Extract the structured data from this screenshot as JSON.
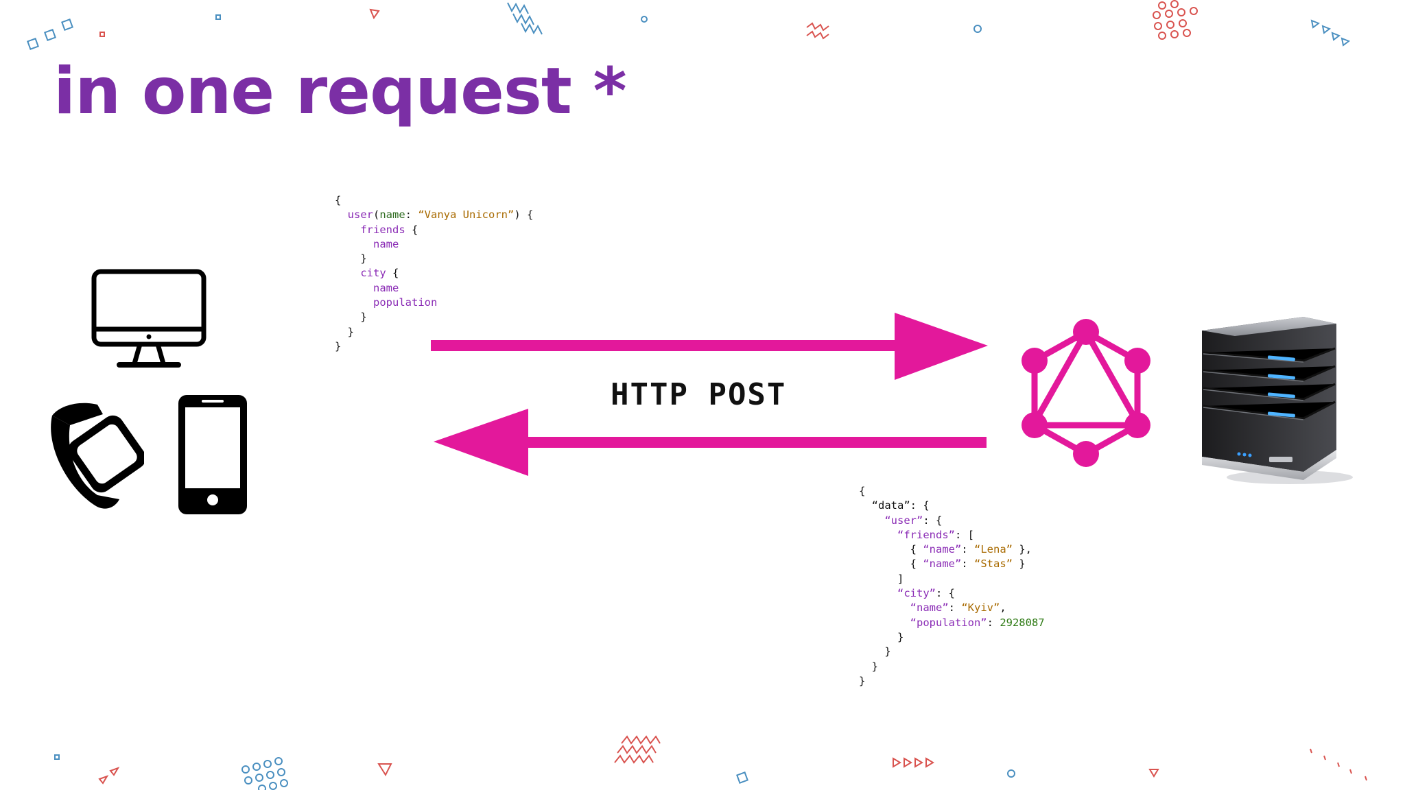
{
  "title": "in one request *",
  "protocol_label": "HTTP POST",
  "colors": {
    "title": "#7b2fa5",
    "arrows": "#e3189b",
    "graphql_logo": "#e3189b",
    "code_field": "#8a2bb5",
    "code_argument": "#2e6b1f",
    "code_string": "#a86a00",
    "code_number": "#2e7a14"
  },
  "query": {
    "root_field": "user",
    "arg_name": "name",
    "arg_value": "“Vanya Unicorn”",
    "friends_field": "friends",
    "friends_sub": "name",
    "city_field": "city",
    "city_sub1": "name",
    "city_sub2": "population"
  },
  "response": {
    "data_key": "“data”",
    "user_key": "“user”",
    "friends_key": "“friends”",
    "name_key": "“name”",
    "friend1": "“Lena”",
    "friend2": "“Stas”",
    "city_key": "“city”",
    "city_name": "“Kyiv”",
    "population_key": "“population”",
    "population_value": "2928087"
  },
  "client_icons": [
    "desktop-monitor-icon",
    "smartwatch-icon",
    "smartphone-icon"
  ],
  "server_icons": [
    "graphql-logo-icon",
    "server-tower-icon"
  ]
}
